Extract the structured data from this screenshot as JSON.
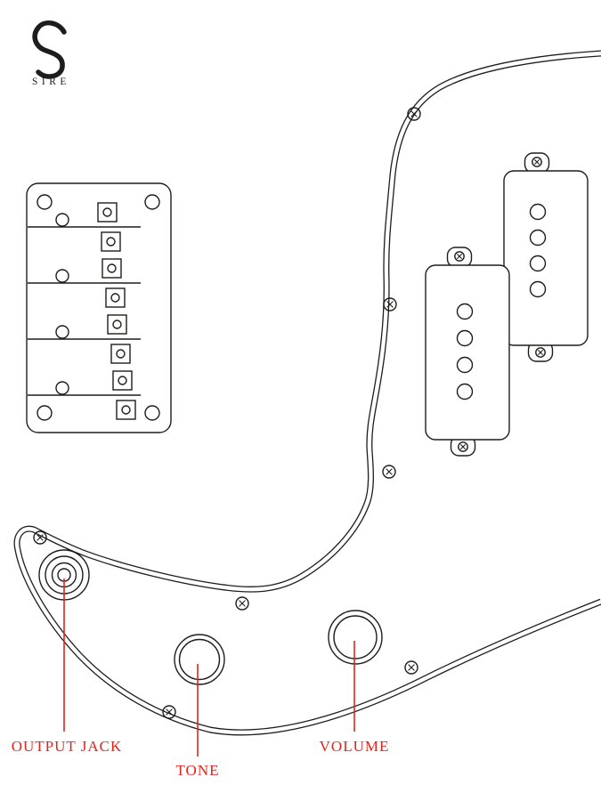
{
  "colors": {
    "background": "#ffffff",
    "line": "#1d1d1b",
    "accent_red": "#e3231c"
  },
  "logo": {
    "icon": "sire-s-logo",
    "wordmark": "SIRE"
  },
  "callouts": [
    {
      "id": "output-jack",
      "label": "OUTPUT JACK"
    },
    {
      "id": "tone",
      "label": "TONE"
    },
    {
      "id": "volume",
      "label": "VOLUME"
    }
  ]
}
